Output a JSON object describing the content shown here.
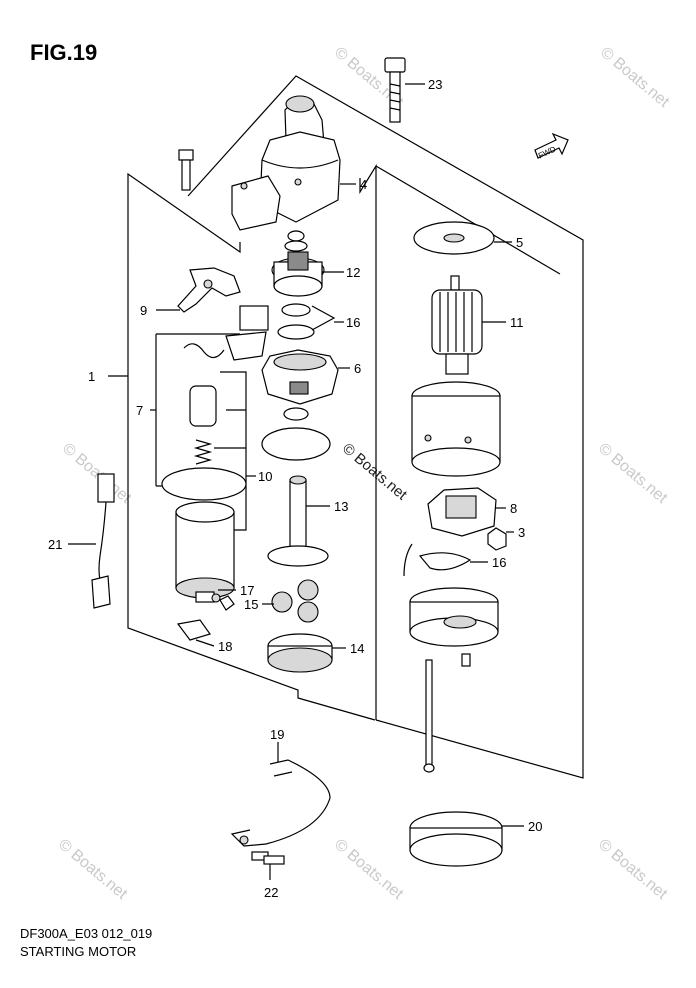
{
  "figure": {
    "title": "FIG.19",
    "code": "DF300A_E03 012_019",
    "name": "STARTING MOTOR",
    "fwd_label": "FWD"
  },
  "watermark": "© Boats.net",
  "callouts": [
    {
      "id": "1",
      "label": "1"
    },
    {
      "id": "3",
      "label": "3"
    },
    {
      "id": "4",
      "label": "4"
    },
    {
      "id": "5",
      "label": "5"
    },
    {
      "id": "6",
      "label": "6"
    },
    {
      "id": "7",
      "label": "7"
    },
    {
      "id": "8",
      "label": "8"
    },
    {
      "id": "9",
      "label": "9"
    },
    {
      "id": "10",
      "label": "10"
    },
    {
      "id": "11",
      "label": "11"
    },
    {
      "id": "12",
      "label": "12"
    },
    {
      "id": "13",
      "label": "13"
    },
    {
      "id": "14",
      "label": "14"
    },
    {
      "id": "15",
      "label": "15"
    },
    {
      "id": "16a",
      "label": "16"
    },
    {
      "id": "16b",
      "label": "16"
    },
    {
      "id": "17",
      "label": "17"
    },
    {
      "id": "18",
      "label": "18"
    },
    {
      "id": "19",
      "label": "19"
    },
    {
      "id": "20",
      "label": "20"
    },
    {
      "id": "21",
      "label": "21"
    },
    {
      "id": "22",
      "label": "22"
    },
    {
      "id": "23",
      "label": "23"
    }
  ]
}
